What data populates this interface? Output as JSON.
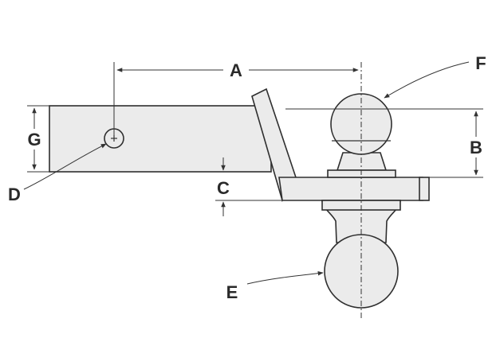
{
  "diagram": {
    "labels": {
      "a": "A",
      "b": "B",
      "c": "C",
      "d": "D",
      "e": "E",
      "f": "F",
      "g": "G"
    },
    "colors": {
      "line": "#333333",
      "part_fill": "#ebebeb",
      "background": "#ffffff"
    }
  }
}
